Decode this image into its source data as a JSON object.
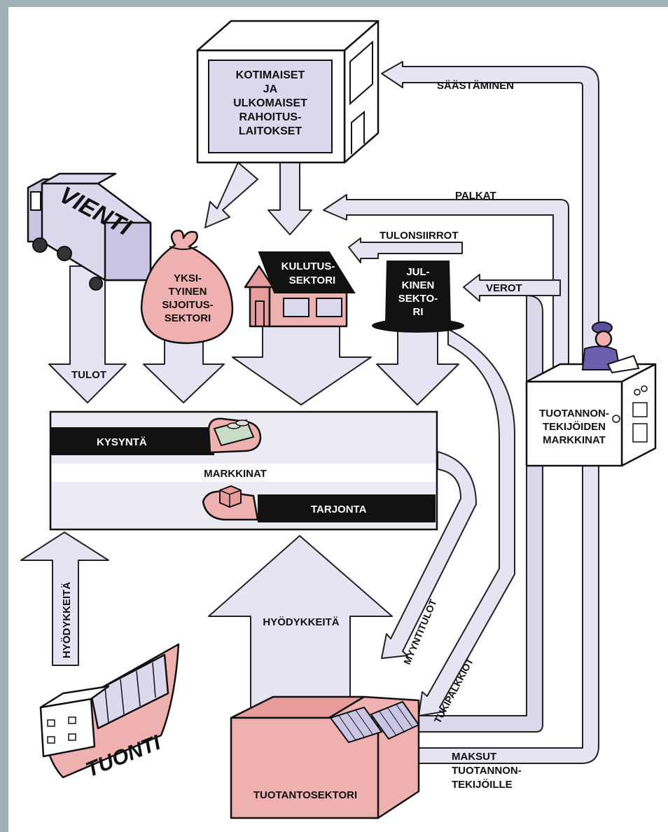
{
  "colors": {
    "background": "#9fb0b6",
    "arrow_fill": "#e6e3f2",
    "pink": "#efb0b0",
    "lavender": "#dcd9ee",
    "black": "#111111"
  },
  "nodes": {
    "rahoitus": [
      "KOTIMAISET",
      "JA",
      "ULKOMAISET",
      "RAHOITUS-",
      "LAITOKSET"
    ],
    "vienti": "VIENTI",
    "yksityinen": [
      "YKSI-",
      "TYINEN",
      "SIJOITUS-",
      "SEKTORI"
    ],
    "kulutus": [
      "KULUTUS-",
      "SEKTORI"
    ],
    "julkinen": [
      "JUL-",
      "KINEN",
      "SEKTO-",
      "RI"
    ],
    "tuotannontekijoiden": [
      "TUOTANNON-",
      "TEKIJÖIDEN",
      "MARKKINAT"
    ],
    "markkinat": "MARKKINAT",
    "kysynta": "KYSYNTÄ",
    "tarjonta": "TARJONTA",
    "tuonti": "TUONTI",
    "tuotanto": "TUOTANTOSEKTORI"
  },
  "flows": {
    "saastaminen": "SÄÄSTÄMINEN",
    "palkat": "PALKAT",
    "tulonsiirrot": "TULONSIIRROT",
    "verot": "VEROT",
    "tulot": "TULOT",
    "hyodykkeita_left": "HYÖDYKKEITÄ",
    "hyodykkeita_center": "HYÖDYKKEITÄ",
    "myyntitulot": "MYYNTITULOT",
    "tukipalkkiot": "TUKIPALKKIOT",
    "maksut": [
      "MAKSUT",
      "TUOTANNON-",
      "TEKIJÖILLE"
    ]
  }
}
